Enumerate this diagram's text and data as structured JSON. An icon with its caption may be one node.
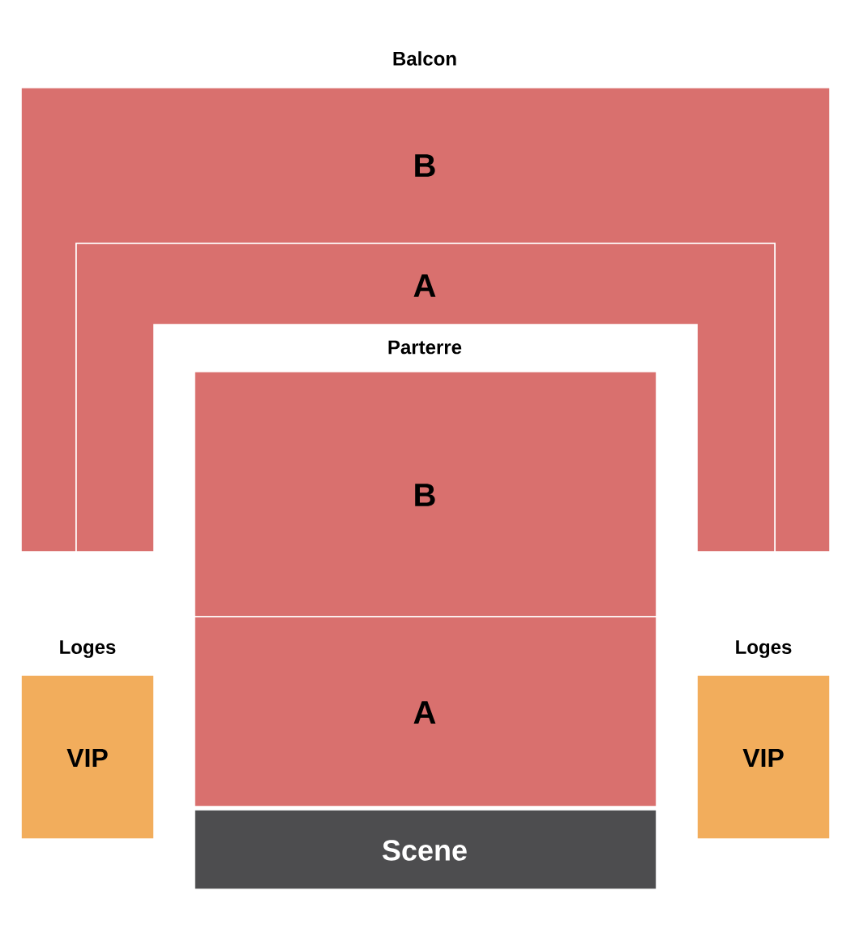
{
  "diagram": {
    "nodes": [
      {
        "text": [
          "B"
        ]
      },
      {
        "text": [
          "A"
        ]
      },
      {
        "text": [
          "B"
        ]
      },
      {
        "text": [
          "A"
        ]
      },
      {
        "text": [
          "Scene"
        ]
      },
      {
        "text": [
          "VIP"
        ],
        "beside": [
          "Loges"
        ]
      },
      {
        "text": [
          "VIP"
        ],
        "beside": [
          "Loges"
        ]
      }
    ],
    "labels": [
      "Balcon",
      "Parterre"
    ]
  }
}
